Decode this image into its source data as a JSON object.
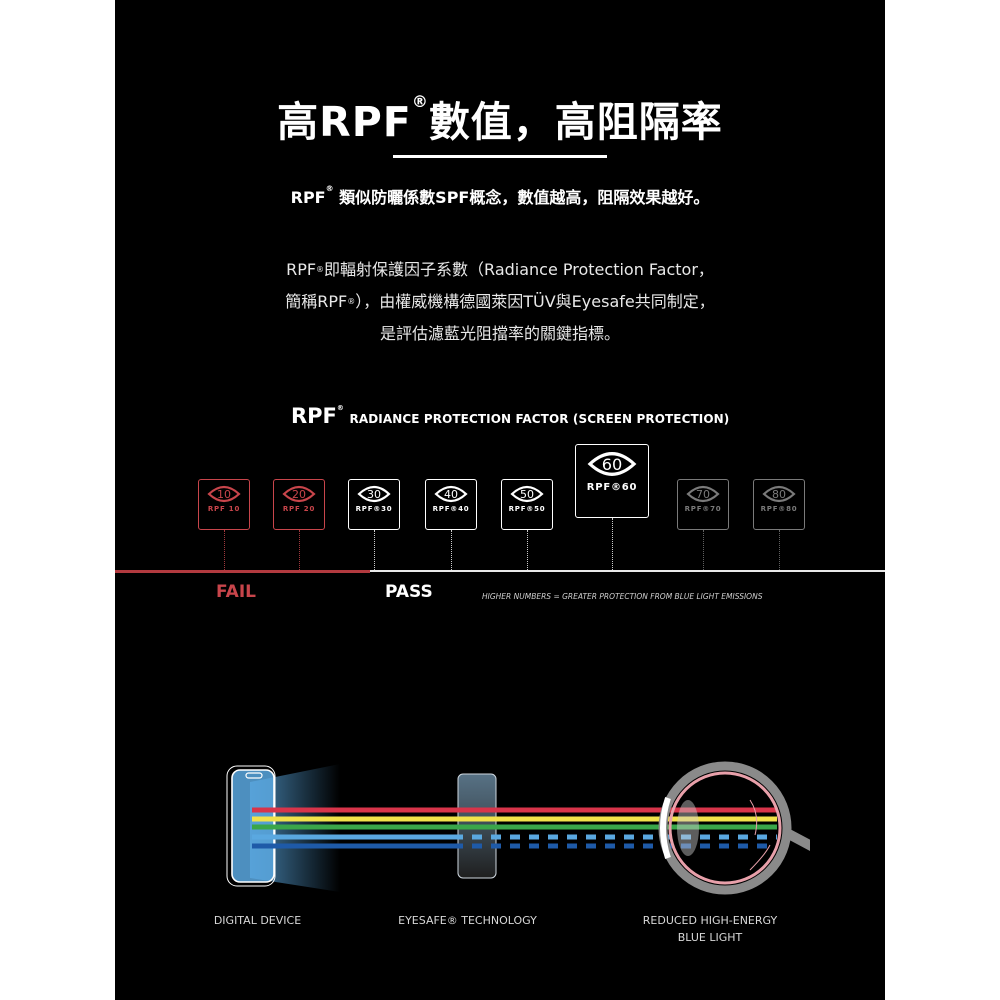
{
  "header": {
    "title_prefix": "高RPF",
    "title_reg": "®",
    "title_suffix": "數值，高阻隔率",
    "subtitle_prefix": "RPF",
    "subtitle_reg": "®",
    "subtitle_suffix": " 類似防曬係數SPF概念，數值越高，阻隔效果越好。"
  },
  "description": {
    "line1_prefix": "RPF",
    "line1_reg": "®",
    "line1_suffix": "即輻射保護因子系數（Radiance Protection Factor，",
    "line2_prefix": "簡稱RPF",
    "line2_reg": "®",
    "line2_suffix": "），由權威機構德國萊因TÜV與Eyesafe共同制定，",
    "line3": "是評估濾藍光阻擋率的關鍵指標。"
  },
  "scale": {
    "heading_big": "RPF",
    "heading_reg": "®",
    "heading_small": "RADIANCE PROTECTION FACTOR (SCREEN PROTECTION)",
    "badges": [
      {
        "value": "10",
        "label": "RPF 10",
        "status": "fail"
      },
      {
        "value": "20",
        "label": "RPF 20",
        "status": "fail"
      },
      {
        "value": "30",
        "label": "RPF®30",
        "status": "pass"
      },
      {
        "value": "40",
        "label": "RPF®40",
        "status": "pass"
      },
      {
        "value": "50",
        "label": "RPF®50",
        "status": "pass"
      },
      {
        "value": "60",
        "label": "RPF®60",
        "status": "highlight"
      },
      {
        "value": "70",
        "label": "RPF®70",
        "status": "dim"
      },
      {
        "value": "80",
        "label": "RPF®80",
        "status": "dim"
      }
    ],
    "fail_label": "FAIL",
    "pass_label": "PASS",
    "note": "HIGHER NUMBERS = GREATER PROTECTION FROM BLUE LIGHT EMISSIONS",
    "colors": {
      "fail": "#c8454b",
      "pass": "#ffffff",
      "dim": "#7a7a7a"
    }
  },
  "diagram": {
    "captions": {
      "device": "DIGITAL DEVICE",
      "filter": "EYESAFE® TECHNOLOGY",
      "eye_line1": "REDUCED HIGH-ENERGY",
      "eye_line2": "BLUE LIGHT"
    },
    "beam_colors": [
      "#d8344a",
      "#f2e24a",
      "#3aa64a",
      "#5aa8e0",
      "#1e5aa8"
    ]
  }
}
